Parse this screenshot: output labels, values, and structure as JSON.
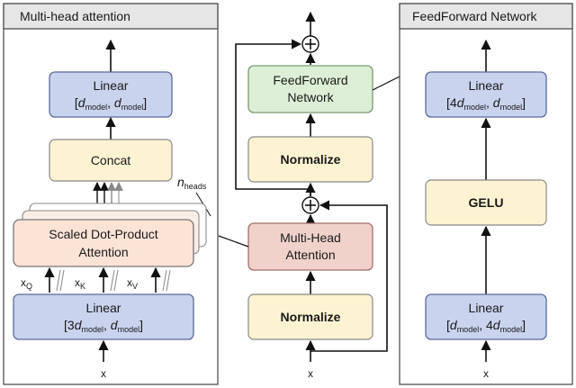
{
  "panels": {
    "mha_title": "Multi-head attention",
    "ffn_title": "FeedForward Network"
  },
  "mha": {
    "linear_out": {
      "line1": "Linear",
      "d": "d",
      "model": "model",
      "sep": ", ",
      "d2": "d",
      "model2": "model"
    },
    "concat": "Concat",
    "n_heads_n": "n",
    "n_heads_sub": "heads",
    "sdpa_line1": "Scaled Dot-Product",
    "sdpa_line2": "Attention",
    "xq": "x",
    "xq_sub": "Q",
    "xk": "x",
    "xk_sub": "K",
    "xv": "x",
    "xv_sub": "V",
    "linear_in": {
      "line1": "Linear",
      "mult": "3",
      "d": "d",
      "model": "model",
      "sep": ", ",
      "d2": "d",
      "model2": "model"
    },
    "input": "x"
  },
  "block": {
    "ffn_line1": "FeedForward",
    "ffn_line2": "Network",
    "normalize_top": "Normalize",
    "mha_line1": "Multi-Head",
    "mha_line2": "Attention",
    "normalize_bottom": "Normalize",
    "plus": "+",
    "input": "x"
  },
  "ffn": {
    "linear_out": {
      "line1": "Linear",
      "mult": "4",
      "d": "d",
      "model": "model",
      "sep": ", ",
      "d2": "d",
      "model2": "model"
    },
    "gelu": "GELU",
    "linear_in": {
      "line1": "Linear",
      "d": "d",
      "model": "model",
      "sep": ", ",
      "mult": "4",
      "d2": "d",
      "model2": "model"
    },
    "input": "x"
  },
  "colors": {
    "linear": "#c9d3ee",
    "linear_stroke": "#5b6b99",
    "concat": "#fdf3d2",
    "sdpa": "#fbe3d6",
    "mha_block": "#f0d2cb",
    "ffn_block": "#dcefd6",
    "normalize": "#fdf3d2",
    "gelu": "#fdf3d2",
    "panel_header": "#e6e6e6"
  }
}
